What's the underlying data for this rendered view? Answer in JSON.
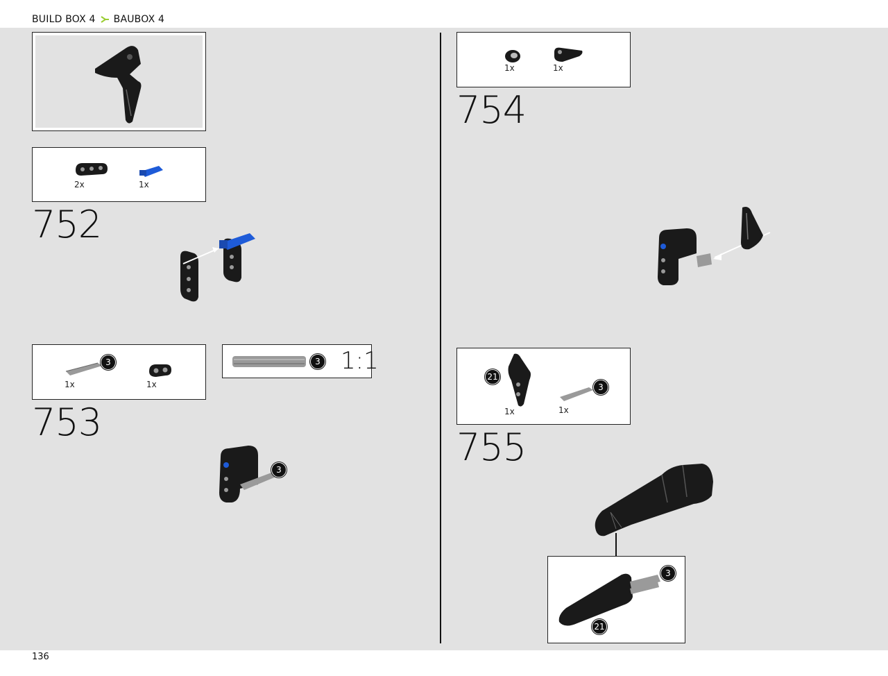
{
  "header": {
    "left_label": "BUILD BOX 4",
    "right_label": "BAUBOX 4",
    "separator_icon": "chevron-icon",
    "accent": "#9acd32"
  },
  "footer": {
    "page_number": "136"
  },
  "colors": {
    "page_bg": "#e2e2e2",
    "part_black": "#1a1a1a",
    "part_grey": "#9a9a9a",
    "part_blue": "#1e5bd8"
  },
  "steps": [
    {
      "number": "752",
      "parts": [
        {
          "name": "beam-3",
          "qty": "2x",
          "icon": "liftarm-icon"
        },
        {
          "name": "axle-pin",
          "qty": "1x",
          "icon": "blue-pin-icon"
        }
      ]
    },
    {
      "number": "753",
      "parts": [
        {
          "name": "axle-3",
          "qty": "1x",
          "icon": "axle-icon",
          "badge": "3"
        },
        {
          "name": "connector",
          "qty": "1x",
          "icon": "connector-icon"
        }
      ],
      "scale": {
        "badge": "3",
        "ratio": "1:1"
      },
      "callout_badge": "3"
    },
    {
      "number": "754",
      "parts": [
        {
          "name": "bush",
          "qty": "1x",
          "icon": "bush-icon"
        },
        {
          "name": "curved-panel",
          "qty": "1x",
          "icon": "panel-icon"
        }
      ]
    },
    {
      "number": "755",
      "parts": [
        {
          "name": "submodel",
          "qty": "1x",
          "icon": "submodel-icon",
          "badge": "21"
        },
        {
          "name": "axle-3",
          "qty": "1x",
          "icon": "axle-icon",
          "badge": "3"
        }
      ],
      "inset_badges": [
        "3",
        "21"
      ]
    }
  ]
}
